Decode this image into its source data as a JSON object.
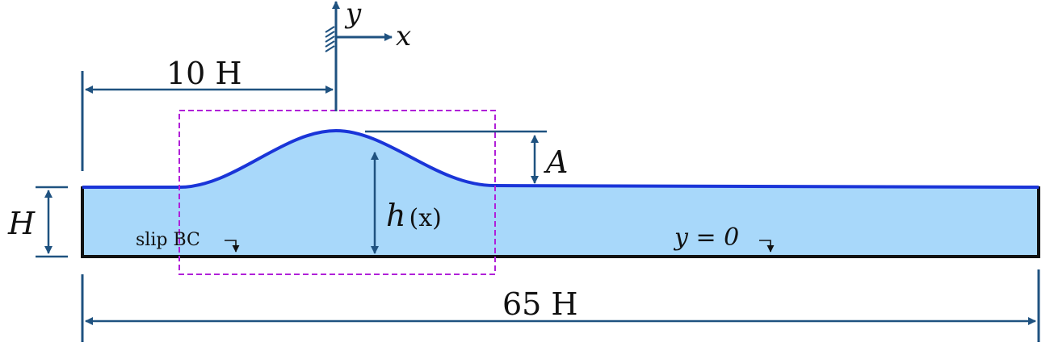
{
  "labels": {
    "y_axis": "y",
    "x_axis": "x",
    "inlet_distance": "10 H",
    "amplitude": "A",
    "depth": "H",
    "height_h": "h",
    "height_arg": "(x)",
    "slip_bc": "slip BC",
    "bottom_y": "y = 0",
    "total_length": "65 H"
  },
  "colors": {
    "water_fill": "#a8d8fa",
    "free_surface": "#1a35d8",
    "bottom_wall": "#111111",
    "dimension": "#1f5280",
    "highlight_box": "#b020d8"
  }
}
